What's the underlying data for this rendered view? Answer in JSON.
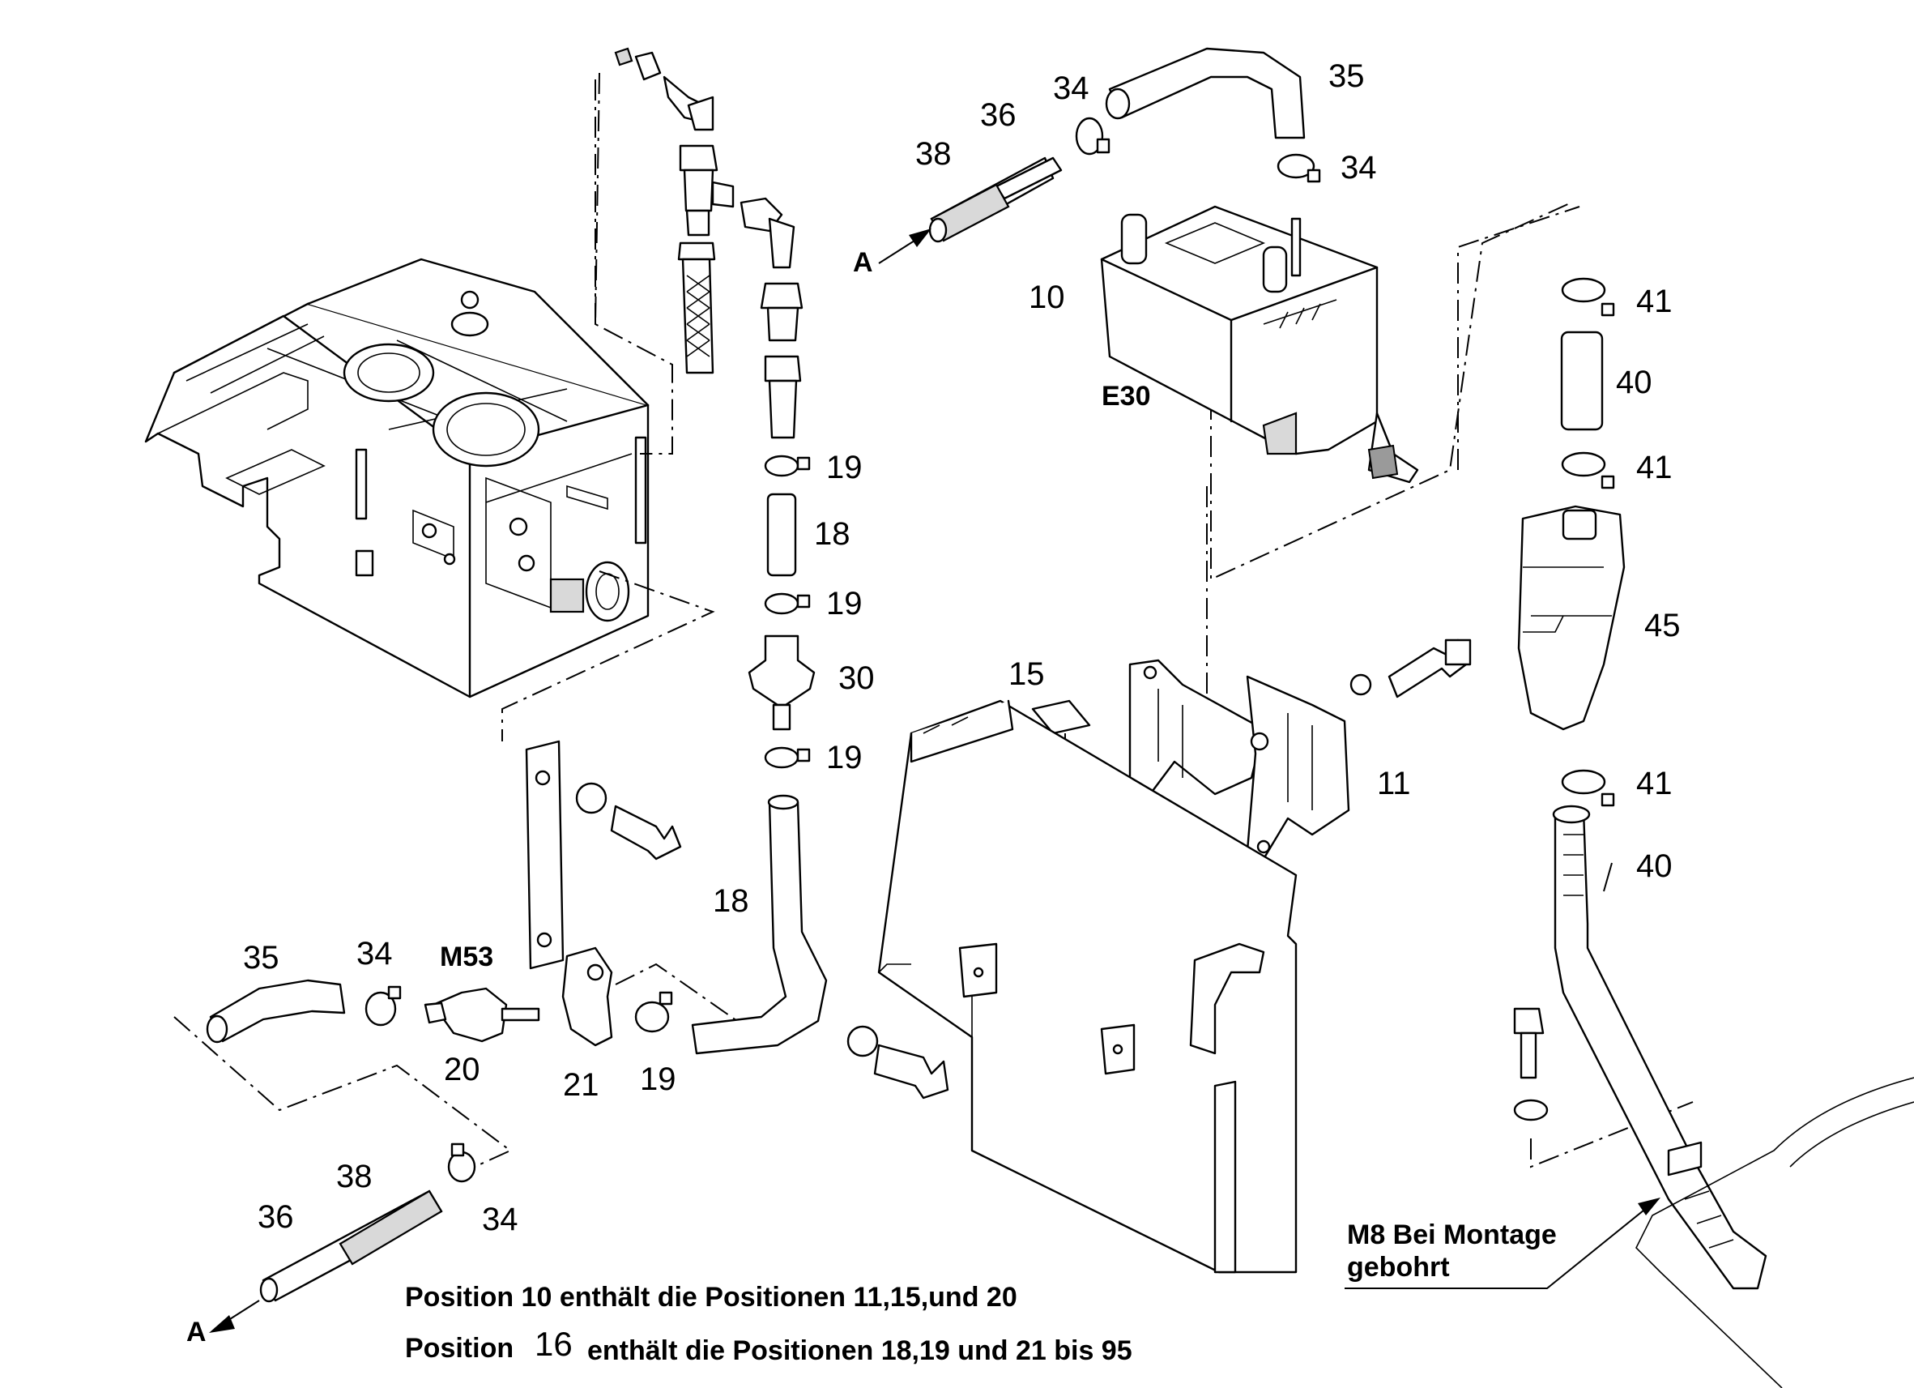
{
  "labels": {
    "p35_top": "35",
    "p34_top_a": "34",
    "p36_top": "36",
    "p38_top": "38",
    "p34_top_b": "34",
    "arrow_a_top": "A",
    "p10": "10",
    "e30": "E30",
    "p41_a": "41",
    "p40_a": "40",
    "p41_b": "41",
    "p45": "45",
    "p41_c": "41",
    "p40_b": "40",
    "p19_a": "19",
    "p18_a": "18",
    "p19_b": "19",
    "p30": "30",
    "p19_c": "19",
    "p15": "15",
    "p11": "11",
    "p18_b": "18",
    "p35_bot": "35",
    "p34_bot": "34",
    "m53": "M53",
    "p20": "20",
    "p21": "21",
    "p19_d": "19",
    "p38_bot": "38",
    "p36_bot": "36",
    "p34_bot_b": "34",
    "arrow_a_bot": "A"
  },
  "notes": {
    "mount_line1": "M8 Bei Montage",
    "mount_line2": "gebohrt",
    "line1": "Position 10 enthält die Positionen 11,15,und 20",
    "line2_a": "Position",
    "line2_num": "16",
    "line2_b": "enthält die Positionen 18,19 und 21 bis 95"
  }
}
